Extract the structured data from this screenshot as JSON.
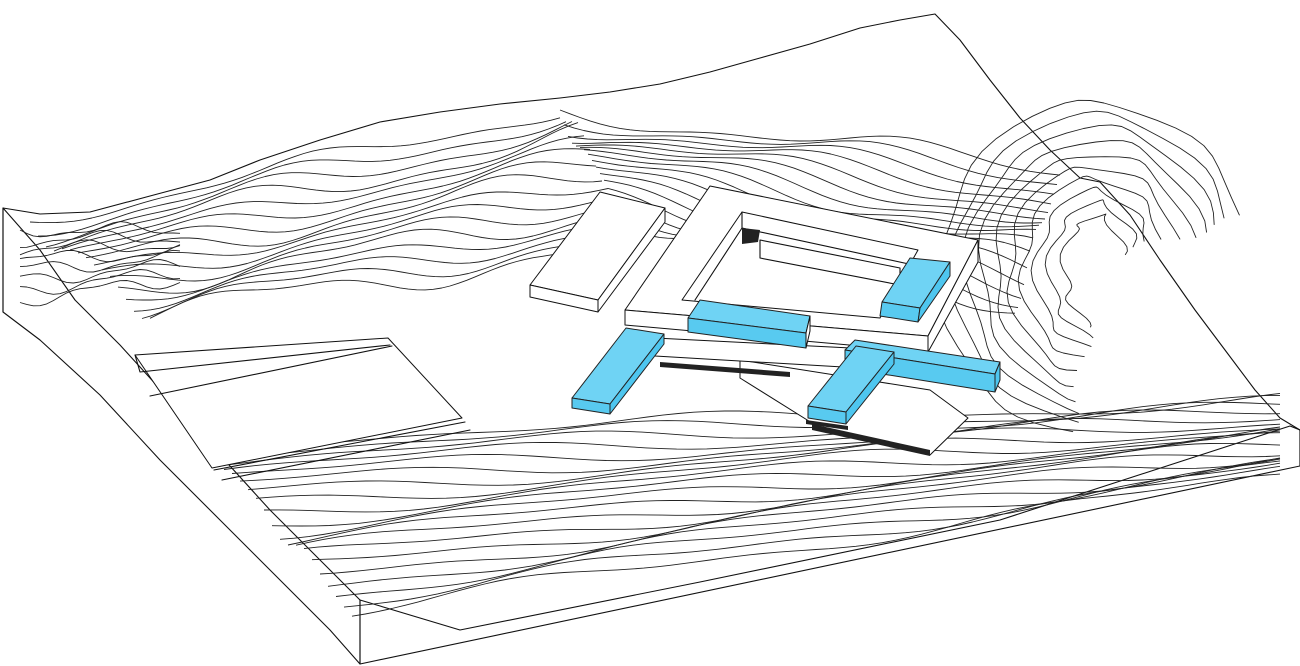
{
  "colors": {
    "background": "#ffffff",
    "line": "#111111",
    "building_white": "#ffffff",
    "building_blue_top": "#6fd3f4",
    "building_blue_side": "#4ec6ef",
    "building_blue_front": "#58caf0",
    "shadow": "#222222"
  },
  "icons": [
    "terrain-contour-model",
    "building-volume"
  ],
  "buildings": [
    {
      "id": "annex-north-west",
      "highlight": false
    },
    {
      "id": "quad-ring",
      "highlight": false
    },
    {
      "id": "quad-courtyard-block",
      "highlight": false
    },
    {
      "id": "lower-plaza-slab",
      "highlight": false
    },
    {
      "id": "wing-south-west",
      "highlight": true
    },
    {
      "id": "wing-central-bar",
      "highlight": true
    },
    {
      "id": "wing-north-east",
      "highlight": true
    },
    {
      "id": "wing-cross-long",
      "highlight": true
    },
    {
      "id": "wing-cross-short",
      "highlight": true
    }
  ]
}
